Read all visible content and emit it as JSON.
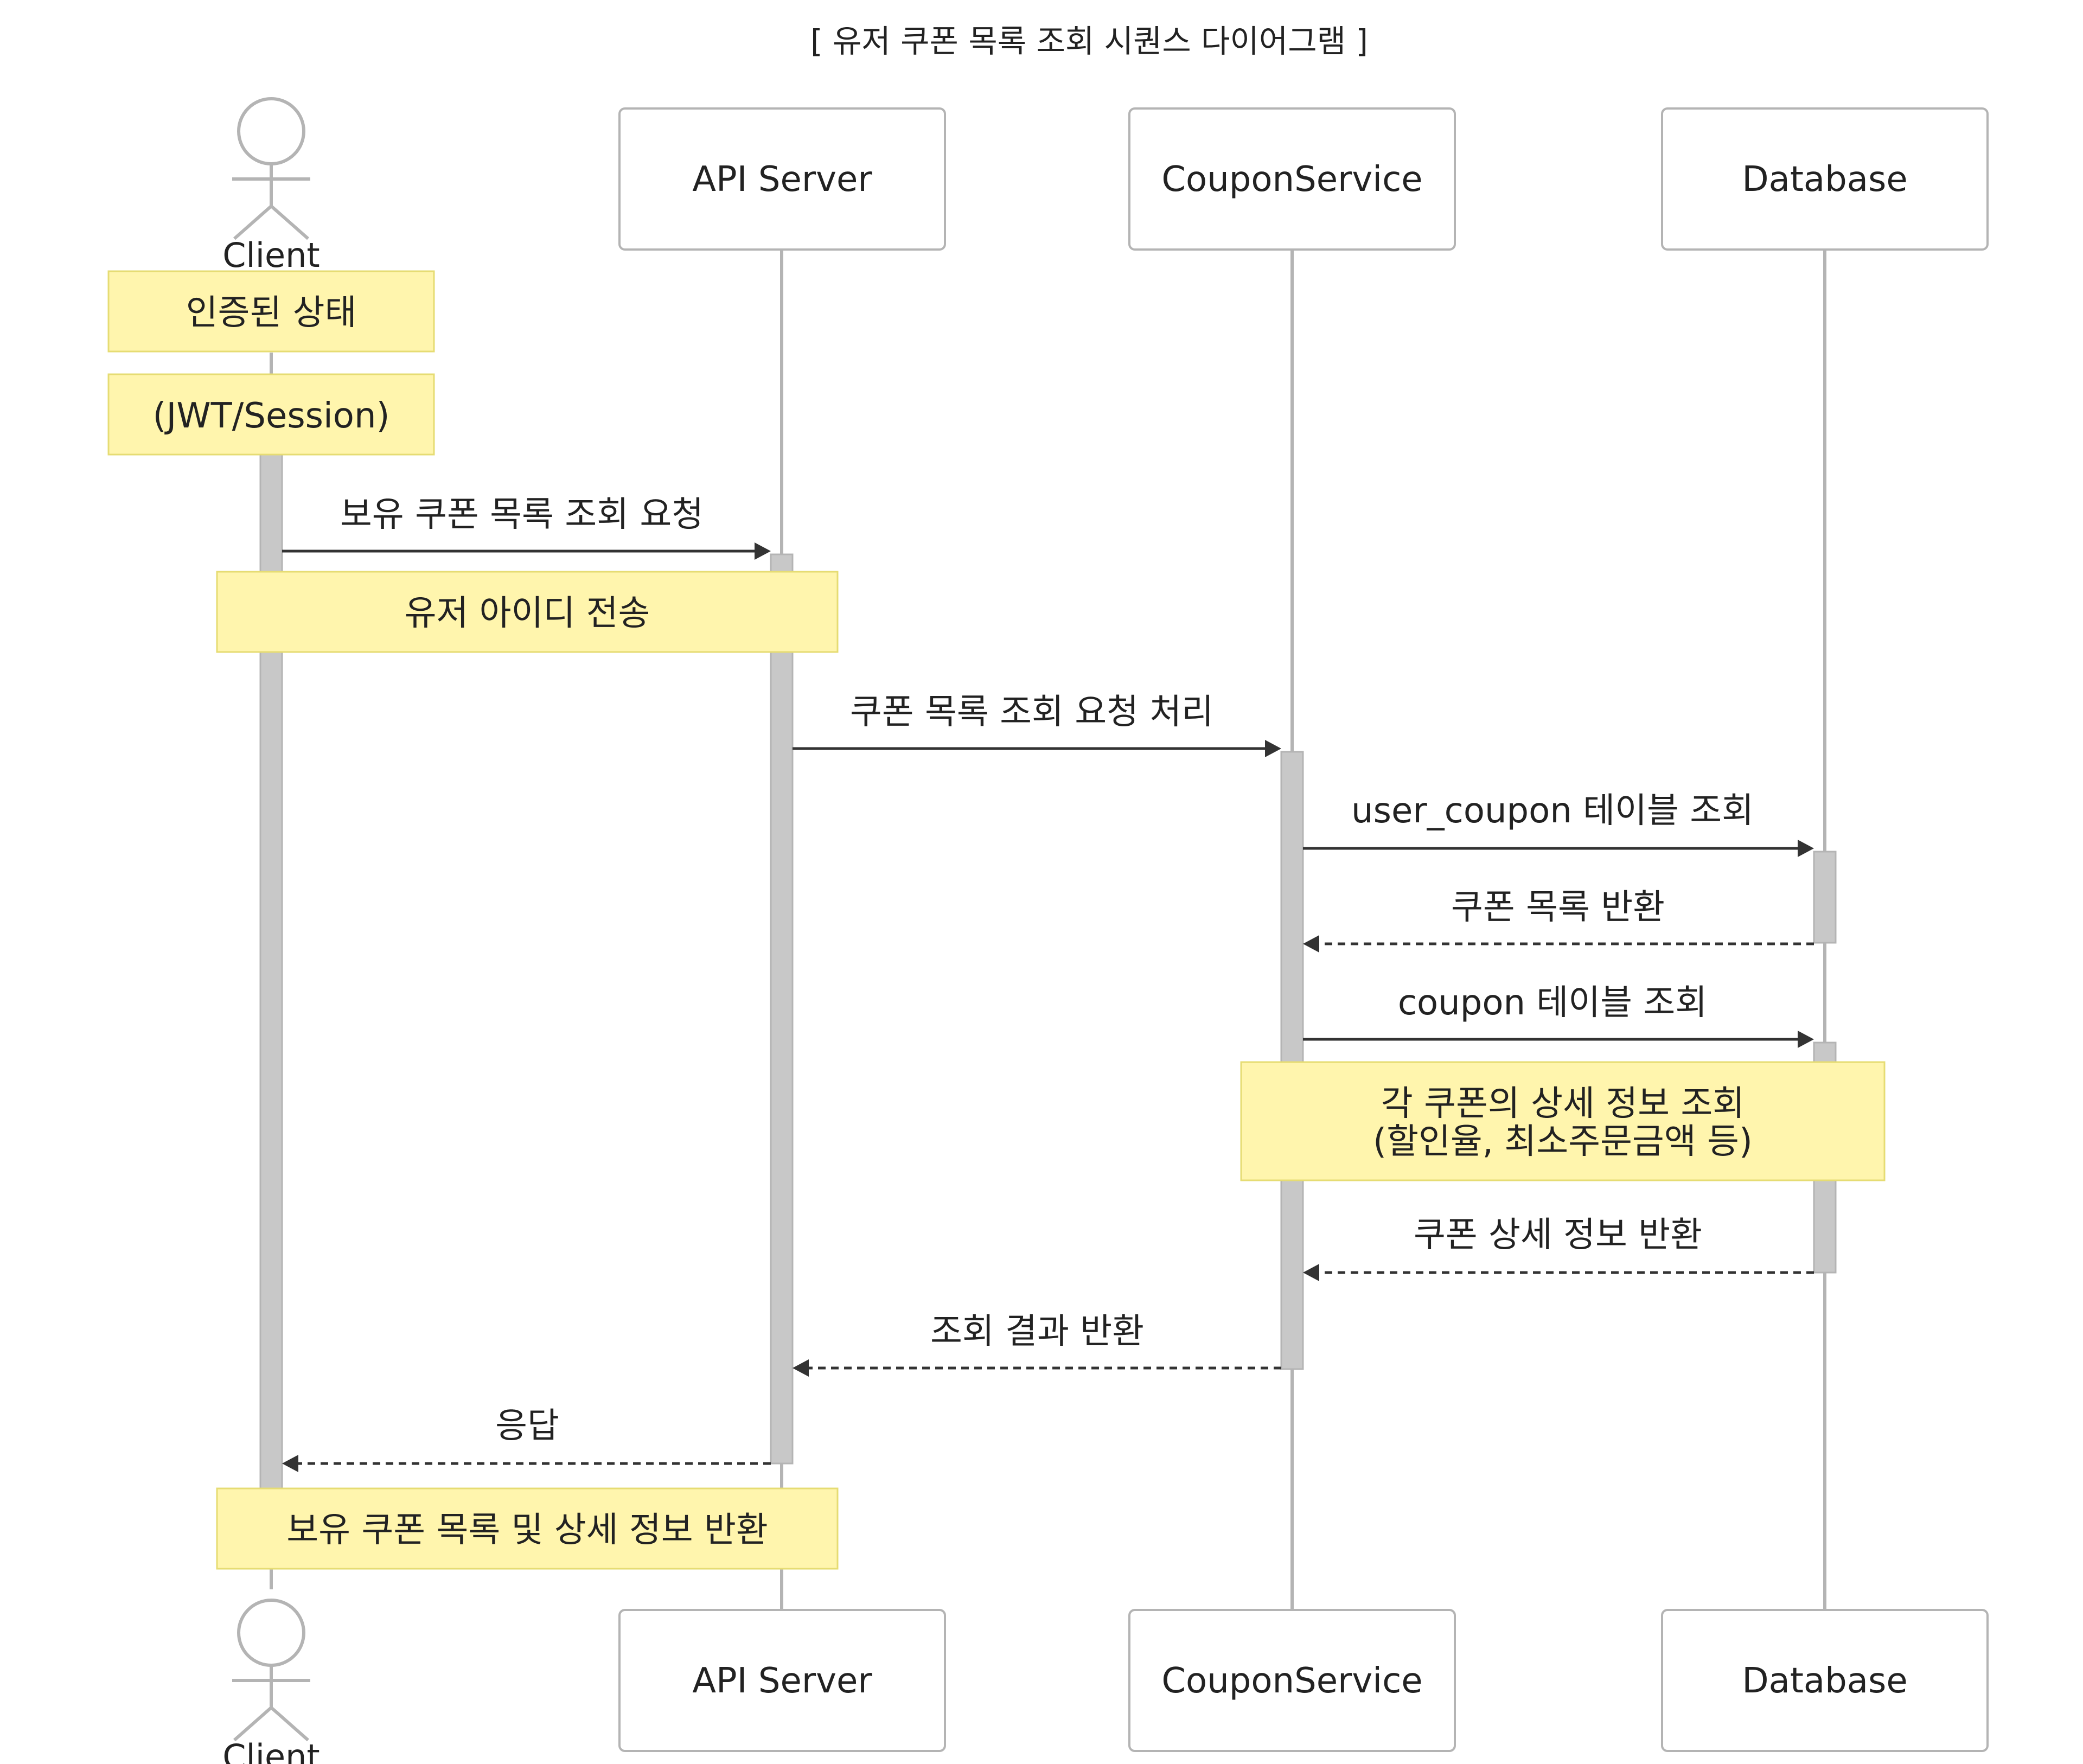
{
  "diagram": {
    "title": "[ 유저 쿠폰 목록 조회 시퀀스 다이어그램 ]",
    "participants": {
      "client": "Client",
      "api": "API Server",
      "service": "CouponService",
      "db": "Database"
    },
    "messages": [
      {
        "label": "보유 쿠폰 목록 조회 요청",
        "from": "Client",
        "to": "API Server",
        "style": "solid"
      },
      {
        "label": "쿠폰 목록 조회 요청 처리",
        "from": "API Server",
        "to": "CouponService",
        "style": "solid"
      },
      {
        "label": "user_coupon 테이블 조회",
        "from": "CouponService",
        "to": "Database",
        "style": "solid"
      },
      {
        "label": "쿠폰 목록 반환",
        "from": "Database",
        "to": "CouponService",
        "style": "dashed"
      },
      {
        "label": "coupon 테이블 조회",
        "from": "CouponService",
        "to": "Database",
        "style": "solid"
      },
      {
        "label": "쿠폰 상세 정보 반환",
        "from": "Database",
        "to": "CouponService",
        "style": "dashed"
      },
      {
        "label": "조회 결과 반환",
        "from": "CouponService",
        "to": "API Server",
        "style": "dashed"
      },
      {
        "label": "응답",
        "from": "API Server",
        "to": "Client",
        "style": "dashed"
      }
    ],
    "notes": {
      "auth_state": "인증된 상태",
      "auth_method": "(JWT/Session)",
      "send_user_id": "유저 아이디 전송",
      "detail_line1": "각 쿠폰의 상세 정보 조회",
      "detail_line2": "(할인율, 최소주문금액 등)",
      "final_result": "보유 쿠폰 목록 및 상세 정보 반환"
    },
    "colors": {
      "note_fill": "#fff5ad",
      "note_border": "#e6dc73",
      "lifeline": "#b4b4b4",
      "activation": "#c8c8c8",
      "arrow": "#333333",
      "box_border": "#b4b4b4"
    }
  }
}
